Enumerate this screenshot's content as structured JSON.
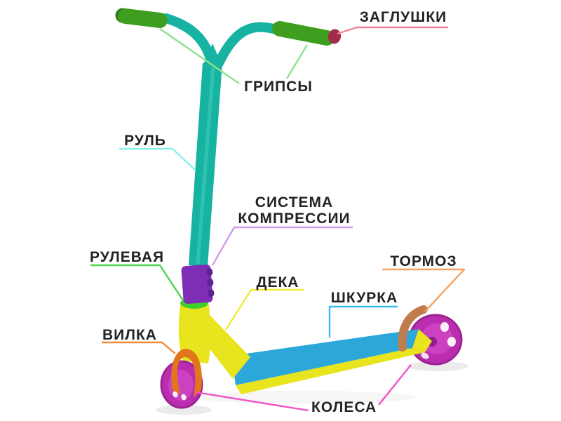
{
  "diagram": {
    "subject": "stunt-scooter-parts-diagram",
    "language": "ru",
    "background": "#ffffff",
    "text_color": "#232323"
  },
  "labels": {
    "zaglushki": {
      "text": "ЗАГЛУШКИ",
      "line_color": "#f4849d"
    },
    "gripsy": {
      "text": "ГРИПСЫ",
      "line_color": "#8de18d"
    },
    "rul": {
      "text": "РУЛЬ",
      "line_color": "#87f1e9"
    },
    "sistema_kompressii": {
      "text": "СИСТЕМА КОМПРЕССИИ",
      "line_color": "#cf9de8"
    },
    "rulevaya": {
      "text": "РУЛЕВАЯ",
      "line_color": "#4ed44e"
    },
    "deka": {
      "text": "ДЕКА",
      "line_color": "#f2e935"
    },
    "shkurka": {
      "text": "ШКУРКА",
      "line_color": "#39bceb"
    },
    "tormoz": {
      "text": "ТОРМОЗ",
      "line_color": "#f4a364"
    },
    "vilka": {
      "text": "ВИЛКА",
      "line_color": "#f08b38"
    },
    "kolesa": {
      "text": "КОЛЕСА",
      "line_color": "#f251c6"
    }
  },
  "parts": {
    "handlebar": "#17b3a2",
    "handlebar_highlight": "#45cdbc",
    "grips": "#3e9e1f",
    "grip_cap_dark": "#2c7c14",
    "bar_end_plug": "#a02c48",
    "compression_clamp": "#7e2eb5",
    "clamp_bolts": "#5c2194",
    "headset": "#41cf2d",
    "deck_frame": "#e8e41d",
    "grip_tape": "#2ba7d9",
    "fork": "#e1761c",
    "wheels": "#ba2dae",
    "wheel_hub": "#cb41bf",
    "wheel_dark": "#8e2087",
    "brake": "#c07c4c",
    "shadow": "#ebebeb"
  }
}
